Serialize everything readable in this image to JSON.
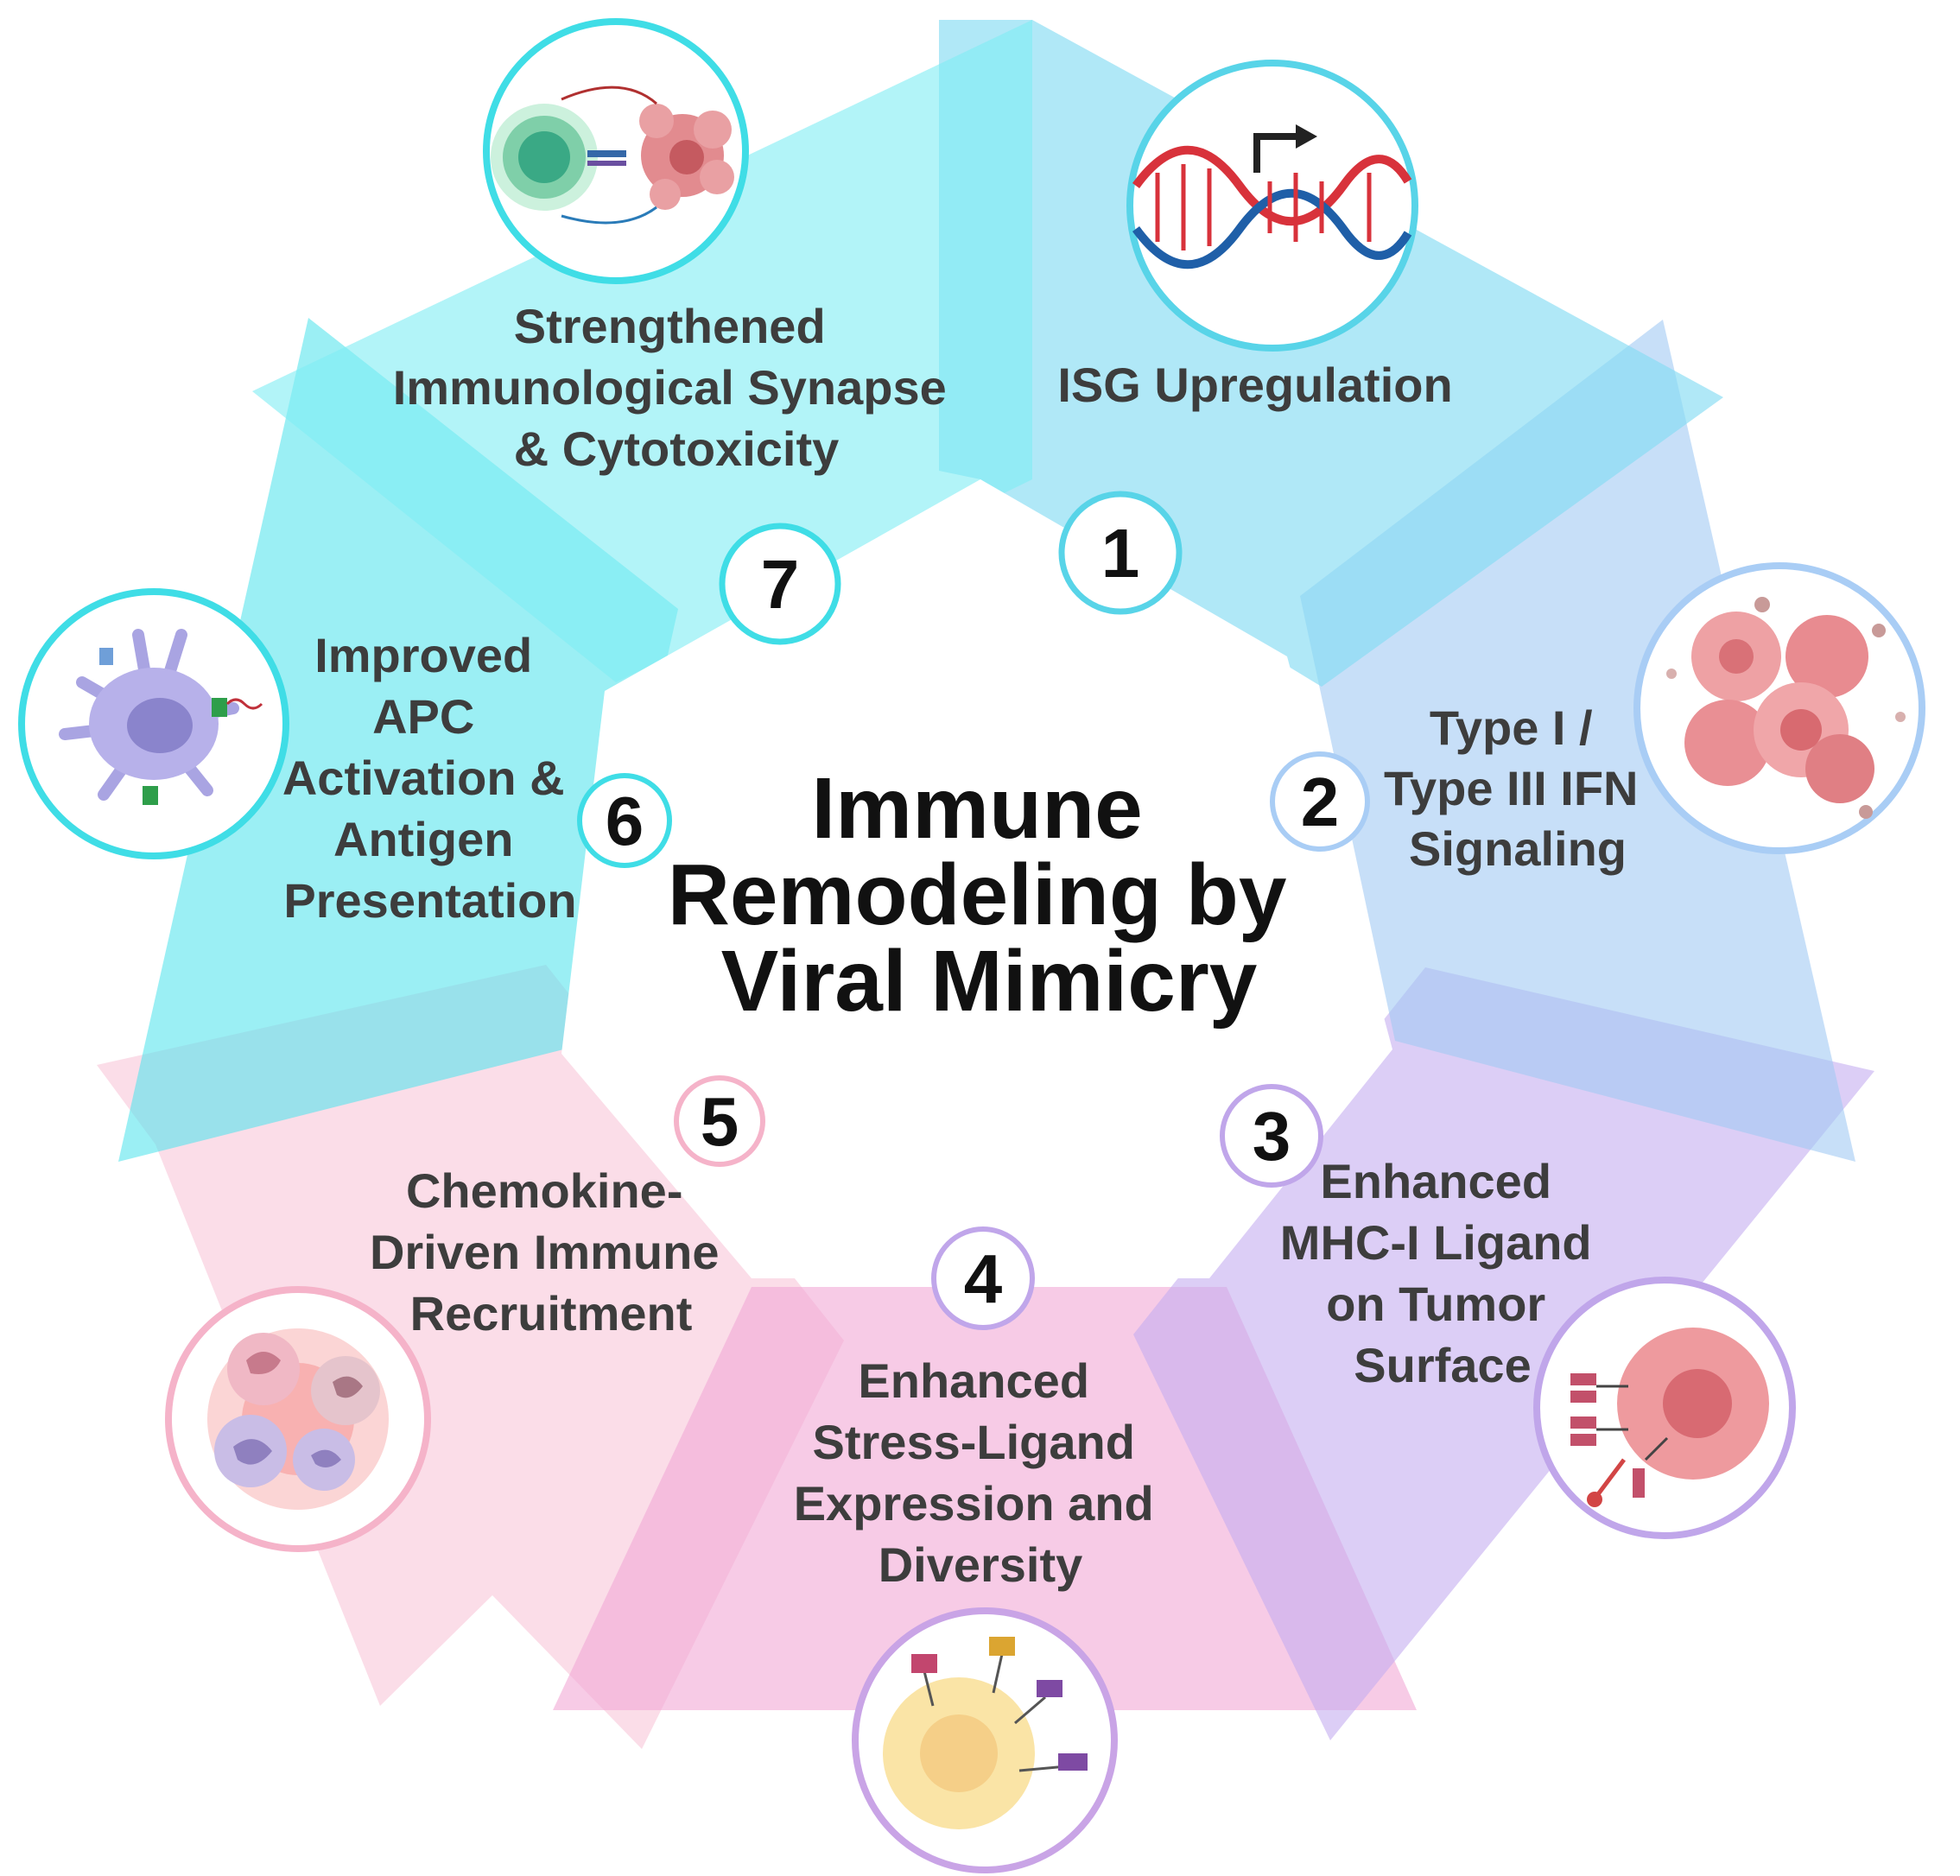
{
  "title": {
    "line1": "Immune",
    "line2": "Remodeling by",
    "line3": "Viral Mimicry"
  },
  "steps": [
    {
      "number": "1",
      "lines": [
        "ISG Upregulation"
      ],
      "color": "#8fe3f2",
      "ring": "#58d4e8",
      "icon": "dna-transcription-icon"
    },
    {
      "number": "2",
      "lines": [
        "Type I /",
        "Type III IFN",
        "Signaling"
      ],
      "color": "#a9cdf5",
      "ring": "#a9cdf5",
      "icon": "interferon-cell-cluster-icon"
    },
    {
      "number": "3",
      "lines": [
        "Enhanced",
        "MHC-I Ligand",
        "on Tumor",
        "Surface"
      ],
      "color": "#c9b3ef",
      "ring": "#c0a6ea",
      "icon": "mhc-tumor-cell-icon"
    },
    {
      "number": "4",
      "lines": [
        "Enhanced",
        "Stress-Ligand",
        "Expression and",
        "Diversity"
      ],
      "color": "#f3b6dc",
      "ring": "#c9a4e6",
      "icon": "stress-ligand-cell-icon"
    },
    {
      "number": "5",
      "lines": [
        "Chemokine-",
        "Driven Immune",
        "Recruitment"
      ],
      "color": "#f8c6d8",
      "ring": "#f5b3c9",
      "icon": "immune-cells-recruitment-icon"
    },
    {
      "number": "6",
      "lines": [
        "Improved",
        "APC",
        "Activation &",
        "Antigen",
        "Presentation"
      ],
      "color": "#6ee6ec",
      "ring": "#3fdde6",
      "icon": "dendritic-cell-icon"
    },
    {
      "number": "7",
      "lines": [
        "Strengthened",
        "Immunological Synapse",
        "& Cytotoxicity"
      ],
      "color": "#84eef4",
      "ring": "#3fdde6",
      "icon": "immune-synapse-icon"
    }
  ]
}
